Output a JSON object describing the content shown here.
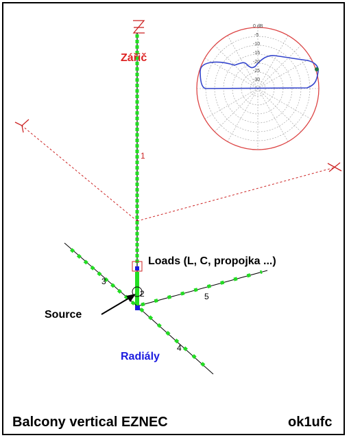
{
  "labels": {
    "radiator": "Zářič",
    "loads": "Loads (L, C, propojka ...)",
    "source": "Source",
    "radials": "Radiály",
    "footer_title": "Balcony vertical EZNEC",
    "footer_author": "ok1ufc"
  },
  "axes": {
    "x": "X",
    "y": "Y",
    "z": "Z"
  },
  "wire_numbers": [
    "1",
    "2",
    "3",
    "4",
    "5"
  ],
  "polar_plot": {
    "db_labels": [
      "0 dB",
      "-5",
      "-10",
      "-15",
      "-20",
      "-25",
      "-30"
    ]
  },
  "colors": {
    "radiator_label": "#dd2222",
    "radials_label": "#1a1adf",
    "wire": "#000000",
    "segment": "#22dd22",
    "axis": "#cc2222",
    "polar_outer": "#dd4444",
    "polar_trace": "#3344cc",
    "polar_grid": "#999999"
  }
}
